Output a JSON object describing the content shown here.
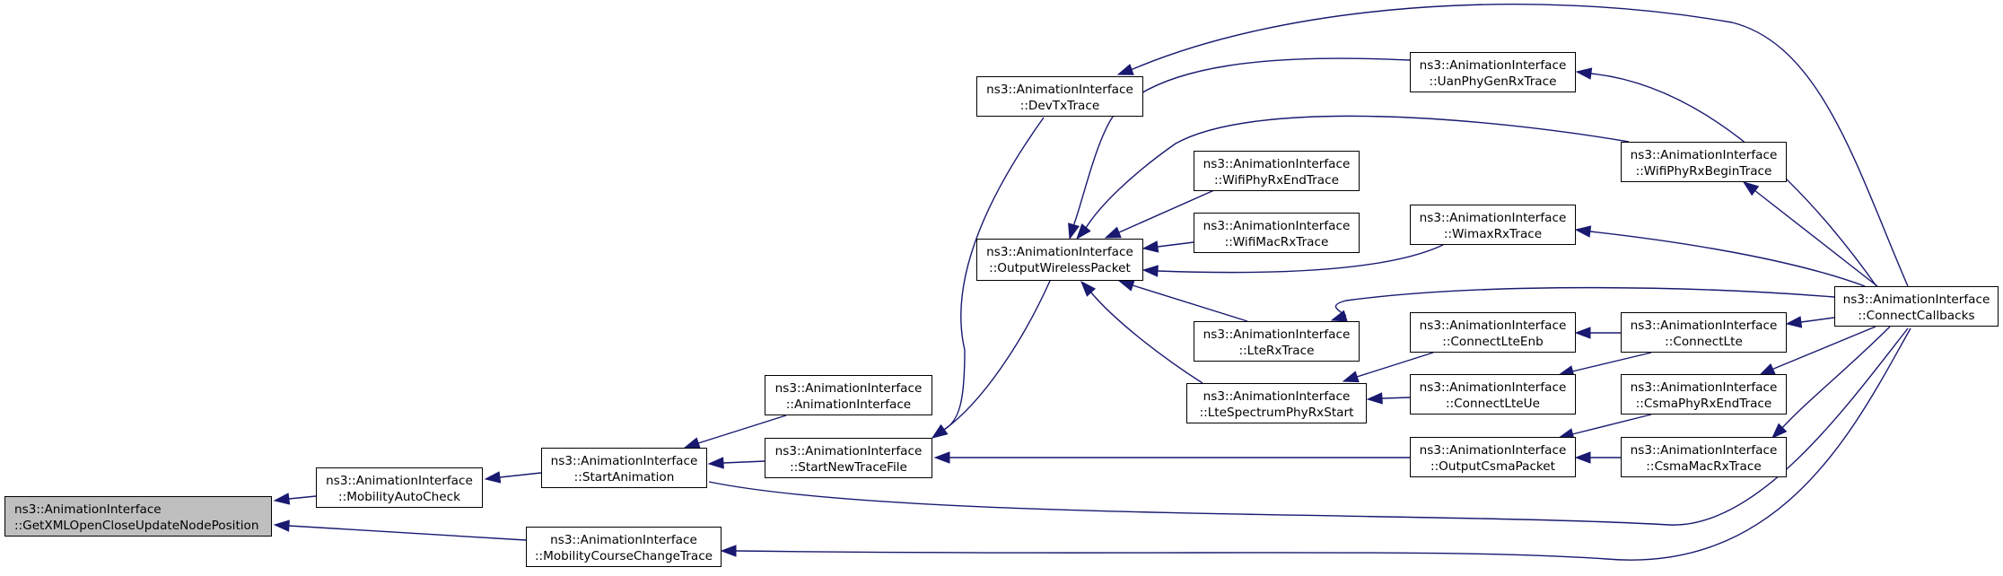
{
  "diagram": {
    "edge_color": "#191970",
    "focus_fill": "#bfbfbf",
    "nodes": [
      {
        "id": "getxml",
        "focus": true,
        "lines": [
          "ns3::AnimationInterface",
          "::GetXMLOpenCloseUpdateNodePosition"
        ]
      },
      {
        "id": "mobilityautocheck",
        "lines": [
          "ns3::AnimationInterface",
          "::MobilityAutoCheck"
        ]
      },
      {
        "id": "mobilitycoursechange",
        "lines": [
          "ns3::AnimationInterface",
          "::MobilityCourseChangeTrace"
        ]
      },
      {
        "id": "startanimation",
        "lines": [
          "ns3::AnimationInterface",
          "::StartAnimation"
        ]
      },
      {
        "id": "animationinterface",
        "lines": [
          "ns3::AnimationInterface",
          "::AnimationInterface"
        ]
      },
      {
        "id": "startnewtracefile",
        "lines": [
          "ns3::AnimationInterface",
          "::StartNewTraceFile"
        ]
      },
      {
        "id": "devtxtrace",
        "lines": [
          "ns3::AnimationInterface",
          "::DevTxTrace"
        ]
      },
      {
        "id": "outputwirelesspacket",
        "lines": [
          "ns3::AnimationInterface",
          "::OutputWirelessPacket"
        ]
      },
      {
        "id": "wifiphyrxendtrace",
        "lines": [
          "ns3::AnimationInterface",
          "::WifiPhyRxEndTrace"
        ]
      },
      {
        "id": "wifimacrxtrace",
        "lines": [
          "ns3::AnimationInterface",
          "::WifiMacRxTrace"
        ]
      },
      {
        "id": "ltexrxtrace",
        "lines": [
          "ns3::AnimationInterface",
          "::LteRxTrace"
        ]
      },
      {
        "id": "ltespectrumphyrxstart",
        "lines": [
          "ns3::AnimationInterface",
          "::LteSpectrumPhyRxStart"
        ]
      },
      {
        "id": "uanphygenrxtrace",
        "lines": [
          "ns3::AnimationInterface",
          "::UanPhyGenRxTrace"
        ]
      },
      {
        "id": "wimaxrxtrace",
        "lines": [
          "ns3::AnimationInterface",
          "::WimaxRxTrace"
        ]
      },
      {
        "id": "connectlteenb",
        "lines": [
          "ns3::AnimationInterface",
          "::ConnectLteEnb"
        ]
      },
      {
        "id": "connectlteue",
        "lines": [
          "ns3::AnimationInterface",
          "::ConnectLteUe"
        ]
      },
      {
        "id": "outputcsmapacket",
        "lines": [
          "ns3::AnimationInterface",
          "::OutputCsmaPacket"
        ]
      },
      {
        "id": "wifiphyrxbegintrace",
        "lines": [
          "ns3::AnimationInterface",
          "::WifiPhyRxBeginTrace"
        ]
      },
      {
        "id": "connectlte",
        "lines": [
          "ns3::AnimationInterface",
          "::ConnectLte"
        ]
      },
      {
        "id": "csmaphyrxendtrace",
        "lines": [
          "ns3::AnimationInterface",
          "::CsmaPhyRxEndTrace"
        ]
      },
      {
        "id": "csmamacrxtrace",
        "lines": [
          "ns3::AnimationInterface",
          "::CsmaMacRxTrace"
        ]
      },
      {
        "id": "connectcallbacks",
        "lines": [
          "ns3::AnimationInterface",
          "::ConnectCallbacks"
        ]
      }
    ],
    "edges": [
      {
        "from": "mobilityautocheck",
        "to": "getxml"
      },
      {
        "from": "mobilitycoursechange",
        "to": "getxml"
      },
      {
        "from": "startanimation",
        "to": "mobilityautocheck"
      },
      {
        "from": "animationinterface",
        "to": "startanimation"
      },
      {
        "from": "startnewtracefile",
        "to": "startanimation"
      },
      {
        "from": "connectcallbacks",
        "to": "startanimation"
      },
      {
        "from": "devtxtrace",
        "to": "startnewtracefile"
      },
      {
        "from": "outputwirelesspacket",
        "to": "startnewtracefile"
      },
      {
        "from": "outputcsmapacket",
        "to": "startnewtracefile"
      },
      {
        "from": "connectcallbacks",
        "to": "devtxtrace"
      },
      {
        "from": "uanphygenrxtrace",
        "to": "outputwirelesspacket"
      },
      {
        "from": "wifiphyrxbegintrace",
        "to": "outputwirelesspacket"
      },
      {
        "from": "wifiphyrxendtrace",
        "to": "outputwirelesspacket"
      },
      {
        "from": "wifimacrxtrace",
        "to": "outputwirelesspacket"
      },
      {
        "from": "wimaxrxtrace",
        "to": "outputwirelesspacket"
      },
      {
        "from": "ltexrxtrace",
        "to": "outputwirelesspacket"
      },
      {
        "from": "ltespectrumphyrxstart",
        "to": "outputwirelesspacket"
      },
      {
        "from": "connectlteenb",
        "to": "ltespectrumphyrxstart"
      },
      {
        "from": "connectlteue",
        "to": "ltespectrumphyrxstart"
      },
      {
        "from": "connectcallbacks",
        "to": "ltexrxtrace"
      },
      {
        "from": "connectcallbacks",
        "to": "uanphygenrxtrace"
      },
      {
        "from": "connectcallbacks",
        "to": "wifiphyrxbegintrace"
      },
      {
        "from": "connectcallbacks",
        "to": "wimaxrxtrace"
      },
      {
        "from": "connectlte",
        "to": "connectlteenb"
      },
      {
        "from": "connectlte",
        "to": "connectlteue"
      },
      {
        "from": "connectcallbacks",
        "to": "connectlte"
      },
      {
        "from": "csmaphyrxendtrace",
        "to": "outputcsmapacket"
      },
      {
        "from": "csmamacrxtrace",
        "to": "outputcsmapacket"
      },
      {
        "from": "connectcallbacks",
        "to": "csmaphyrxendtrace"
      },
      {
        "from": "connectcallbacks",
        "to": "csmamacrxtrace"
      },
      {
        "from": "connectcallbacks",
        "to": "mobilitycoursechange"
      }
    ]
  }
}
